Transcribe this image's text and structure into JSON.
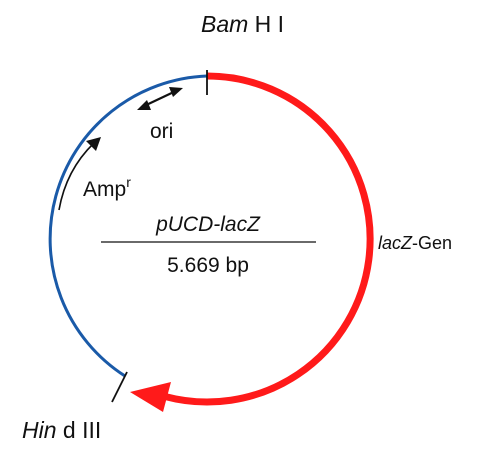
{
  "plasmid": {
    "name": "pUCD-lacZ",
    "size": "5.669 bp"
  },
  "sites": {
    "top": {
      "italic": "Bam",
      "rest": " H I"
    },
    "bottom": {
      "italic": "Hin",
      "rest": " d III"
    }
  },
  "features": {
    "lacz": {
      "italic": "lacZ",
      "rest": "-Gen"
    },
    "ori": {
      "label": "ori"
    },
    "amp": {
      "label": "Amp",
      "superscript": "r"
    }
  },
  "colors": {
    "backbone": "#1a5aa8",
    "lacz": "#ff1a1a",
    "ink": "#111111"
  }
}
